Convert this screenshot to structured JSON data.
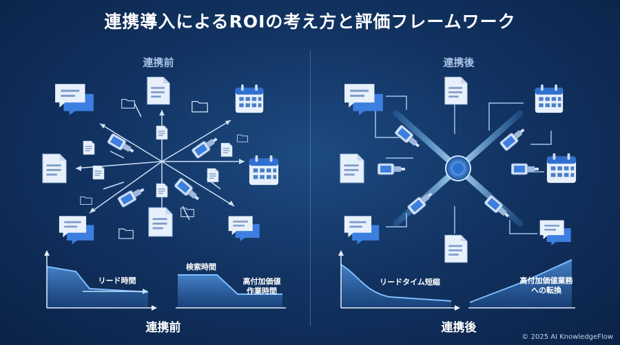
{
  "title": "連携導入によるROIの考え方と評価フレームワーク",
  "before": {
    "label": "連携前",
    "bottom_label": "連携前",
    "chart_lead_time": "リード時間",
    "chart_search_time": "検索時間",
    "chart_high_value_line1": "高付加価値",
    "chart_high_value_line2": "作業時間"
  },
  "after": {
    "label": "連携後",
    "bottom_label": "連携後",
    "chart_lead_time": "リードタイム短縮",
    "chart_shift_line1": "高付加価値業務",
    "chart_shift_line2": "への転換"
  },
  "footer": "© 2025 AI KnowledgeFlow",
  "colors": {
    "accent": "#5fb6ff",
    "icon_fill": "#e8f0fb",
    "calendar_header": "#2f6fd0",
    "chat_blue": "#3d7fe0"
  },
  "icons": [
    "chat-bubble-icon",
    "document-icon",
    "folder-icon",
    "calendar-icon",
    "usb-connector-icon",
    "hub-node-icon"
  ]
}
